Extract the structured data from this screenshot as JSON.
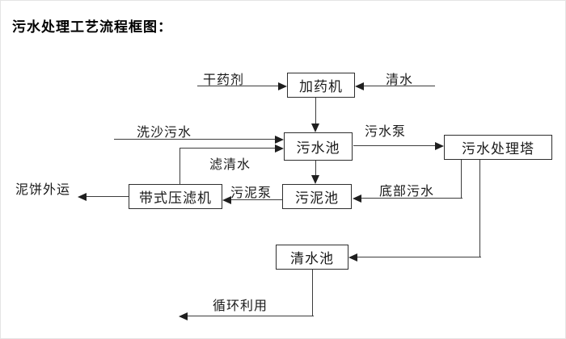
{
  "diagram": {
    "title": "污水处理工艺流程框图：",
    "nodes": {
      "dosing_machine": {
        "label": "加药机"
      },
      "sewage_pool": {
        "label": "污水池"
      },
      "treatment_tower": {
        "label": "污水处理塔"
      },
      "belt_filter_press": {
        "label": "带式压滤机"
      },
      "sludge_pool": {
        "label": "污泥池"
      },
      "clean_water_pool": {
        "label": "清水池"
      }
    },
    "edge_labels": {
      "dry_chemical": "干药剂",
      "clean_water": "清水",
      "sand_washing_sewage": "洗沙污水",
      "sewage_pump": "污水泵",
      "filtered_water": "滤清水",
      "sludge_pump": "污泥泵",
      "bottom_sewage": "底部污水",
      "mud_cake_out": "泥饼外运",
      "recycling": "循环利用"
    },
    "colors": {
      "line": "#3c3c3c",
      "box_border": "#2e2e2e",
      "text": "#1a1a1a",
      "background": "#ffffff"
    }
  }
}
